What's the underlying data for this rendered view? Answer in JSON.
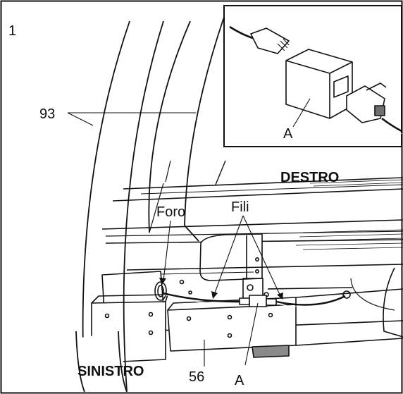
{
  "figure": {
    "step_number": "1",
    "labels": {
      "part_93": "93",
      "destro": "DESTRO",
      "sinistro": "SINISTRO",
      "foro": "Foro",
      "fili": "Fili",
      "part_56": "56",
      "connector_main": "A",
      "connector_inset": "A"
    }
  },
  "colors": {
    "line": "#111111",
    "paper": "#ffffff",
    "shade": "#6f6f6f",
    "light_shade": "#d9d9d9"
  }
}
